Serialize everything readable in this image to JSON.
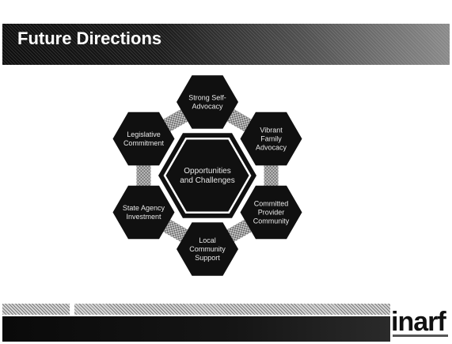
{
  "slide": {
    "title": "Future Directions"
  },
  "diagram": {
    "center_label": [
      "Opportunities",
      "and Challenges"
    ],
    "nodes": [
      {
        "id": "strong-self-advocacy",
        "label": [
          "Strong Self-",
          "Advocacy"
        ]
      },
      {
        "id": "vibrant-family-advocacy",
        "label": [
          "Vibrant",
          "Family",
          "Advocacy"
        ]
      },
      {
        "id": "committed-provider-community",
        "label": [
          "Committed",
          "Provider",
          "Community"
        ]
      },
      {
        "id": "local-community-support",
        "label": [
          "Local",
          "Community",
          "Support"
        ]
      },
      {
        "id": "state-agency-investment",
        "label": [
          "State Agency",
          "Investment"
        ]
      },
      {
        "id": "legislative-commitment",
        "label": [
          "Legislative",
          "Commitment"
        ]
      }
    ]
  },
  "logo": {
    "text": "inarf"
  },
  "colors": {
    "hex_fill": "#101010",
    "connector_pattern": "#9a9a9a",
    "center_ring": "#ffffff"
  }
}
